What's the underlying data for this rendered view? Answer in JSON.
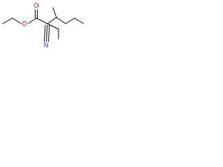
{
  "molecule": {
    "atoms": {
      "carbonyl_oxygen": {
        "label": "O",
        "color": "#ff0d0d"
      },
      "ester_oxygen": {
        "label": "O",
        "color": "#ff0d0d"
      },
      "nitrile_nitrogen": {
        "label": "N",
        "color": "#3050f8"
      }
    },
    "bond_color": "#000000"
  }
}
